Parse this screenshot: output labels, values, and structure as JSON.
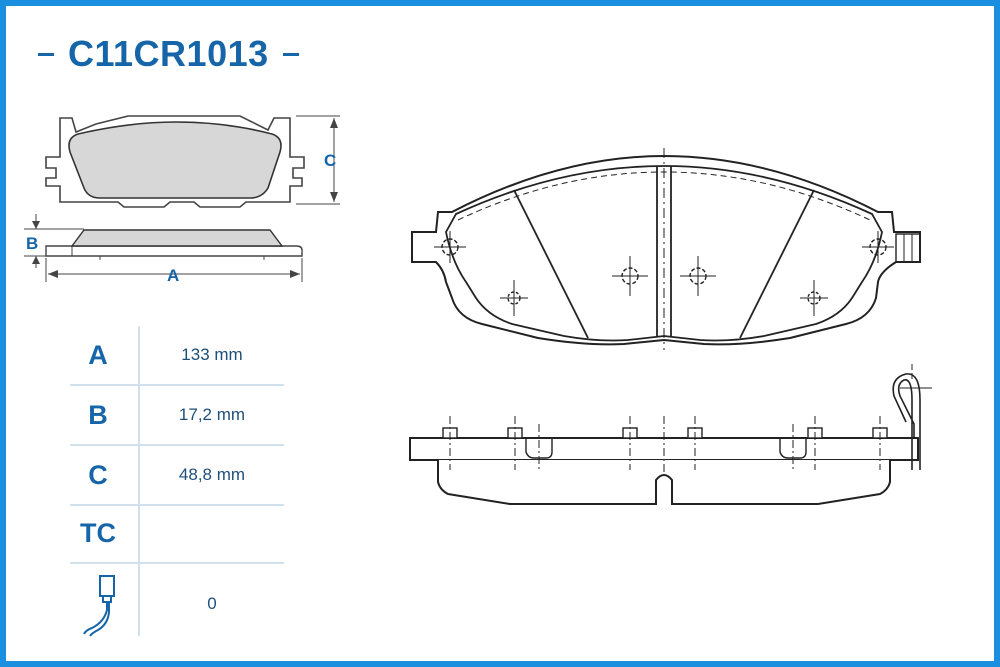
{
  "part_number": "C11CR1013",
  "dimension_labels": {
    "a": "A",
    "b": "B",
    "c": "C"
  },
  "specs": [
    {
      "key": "A",
      "value": "133 mm"
    },
    {
      "key": "B",
      "value": "17,2 mm"
    },
    {
      "key": "C",
      "value": "48,8 mm"
    },
    {
      "key": "TC",
      "value": ""
    },
    {
      "key": "",
      "value": "0",
      "icon": "wear-sensor-icon"
    }
  ],
  "colors": {
    "frame": "#1a8fe0",
    "accent": "#1565a8",
    "pad_fill": "#d7d7d7",
    "line": "#222222"
  }
}
